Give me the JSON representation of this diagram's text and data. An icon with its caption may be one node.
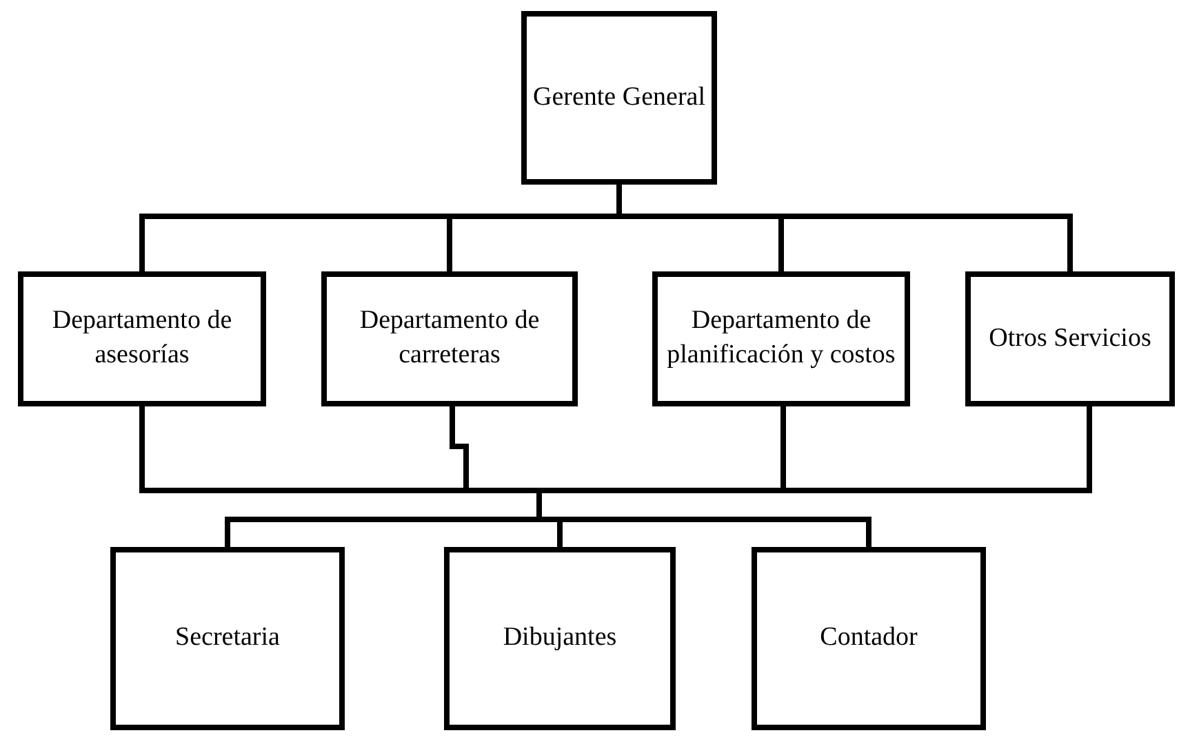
{
  "diagram": {
    "nodes": [
      {
        "text": [
          "Gerente General"
        ]
      },
      {
        "text": [
          "Departamento de asesorías"
        ]
      },
      {
        "text": [
          "Departamento de carreteras"
        ]
      },
      {
        "text": [
          "Departamento de planificación y costos"
        ]
      },
      {
        "text": [
          "Otros Servicios"
        ]
      },
      {
        "text": [
          "Secretaria"
        ]
      },
      {
        "text": [
          "Dibujantes"
        ]
      },
      {
        "text": [
          "Contador"
        ]
      }
    ],
    "edges": [
      {
        "from": 0,
        "to": 1,
        "arrow": "none"
      },
      {
        "from": 0,
        "to": 2,
        "arrow": "none"
      },
      {
        "from": 0,
        "to": 3,
        "arrow": "none"
      },
      {
        "from": 0,
        "to": 4,
        "arrow": "none"
      },
      {
        "from": 1,
        "to": 5,
        "arrow": "none"
      },
      {
        "from": 1,
        "to": 6,
        "arrow": "none"
      },
      {
        "from": 1,
        "to": 7,
        "arrow": "none"
      },
      {
        "from": 2,
        "to": 5,
        "arrow": "none"
      },
      {
        "from": 2,
        "to": 6,
        "arrow": "none"
      },
      {
        "from": 2,
        "to": 7,
        "arrow": "none"
      },
      {
        "from": 3,
        "to": 5,
        "arrow": "none"
      },
      {
        "from": 3,
        "to": 6,
        "arrow": "none"
      },
      {
        "from": 3,
        "to": 7,
        "arrow": "none"
      },
      {
        "from": 4,
        "to": 5,
        "arrow": "none"
      },
      {
        "from": 4,
        "to": 6,
        "arrow": "none"
      },
      {
        "from": 4,
        "to": 7,
        "arrow": "none"
      }
    ]
  }
}
